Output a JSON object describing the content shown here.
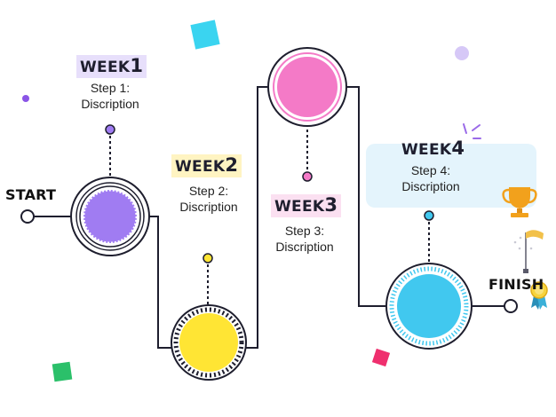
{
  "start_label": "START",
  "finish_label": "FINISH",
  "weeks": [
    {
      "title": "WEEK",
      "number": "1",
      "step": "Step 1:",
      "desc": "Discription",
      "color": "#a07cf2",
      "tag": "#e7dffb"
    },
    {
      "title": "WEEK",
      "number": "2",
      "step": "Step 2:",
      "desc": "Discription",
      "color": "#ffe534",
      "tag": "#fff4c2"
    },
    {
      "title": "WEEK",
      "number": "3",
      "step": "Step 3:",
      "desc": "Discription",
      "color": "#f47ac7",
      "tag": "#fbe0f1"
    },
    {
      "title": "WEEK",
      "number": "4",
      "step": "Step 4:",
      "desc": "Discription",
      "color": "#41c8ef",
      "tag": "#ddf2fb"
    }
  ],
  "icons": [
    "trophy-icon",
    "flag-icon",
    "medal-icon"
  ],
  "colors": {
    "line": "#1e1e2e",
    "accent_cyan": "#3ad4f0",
    "accent_pink": "#ef2f6e",
    "accent_green": "#2bc06a",
    "accent_lilac": "#d6c8f7"
  }
}
